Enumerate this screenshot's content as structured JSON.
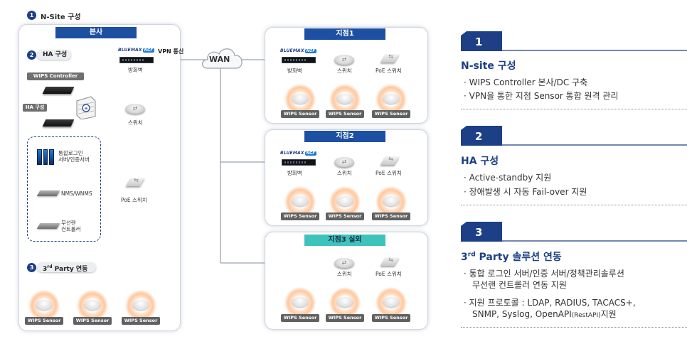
{
  "diagram": {
    "nsite_title": {
      "num": "1",
      "label": "N-Site 구성"
    },
    "ha_title": {
      "num": "2",
      "label": "HA 구성"
    },
    "third_title": {
      "num": "3",
      "label_sup": "rd",
      "label_pre": "3",
      "label_post": " Party 연동"
    },
    "hq_label": "본사",
    "vpn_label": "VPN 통신",
    "wan_label": "WAN",
    "bluemax": "BLUEMAX",
    "bluemax_ex": "NGF",
    "firewall_label": "방화벽",
    "switch_label": "스위치",
    "poe_label": "PoE 스위치",
    "wips_controller": "WIPS Controller",
    "ha_badge": "HA 구성",
    "dashed_items": [
      {
        "label": "통합로그인\n서버/인증서버",
        "icon": "server-icon"
      },
      {
        "label": "NMS/WNMS",
        "icon": "nms-icon"
      },
      {
        "label": "무선랜\n컨트롤러",
        "icon": "controller-icon"
      }
    ],
    "sensor_label": "WIPS Sensor",
    "branches": [
      {
        "title": "지점1",
        "style": "blue",
        "firewall": true
      },
      {
        "title": "지점2",
        "style": "blue",
        "firewall": true
      },
      {
        "title": "지점3 실외",
        "style": "teal",
        "firewall": false
      }
    ]
  },
  "sections": [
    {
      "num": "1",
      "title": "N-site 구성",
      "bullets": [
        "WIPS Controller 본사/DC 구축",
        "VPN을 통한 지점 Sensor 통합 원격 관리"
      ]
    },
    {
      "num": "2",
      "title": "HA 구성",
      "bullets": [
        "Active-standby 지원",
        "장애발생 시 자동 Fail-over 지원"
      ]
    },
    {
      "num": "3",
      "title_pre": "3",
      "title_sup": "rd",
      "title_post": " Party 솔루션 연동",
      "bullets": [
        "통합 로그인 서버/인증 서버/정책관리솔루션",
        "무선랜 컨트롤러 연동 지원",
        "지원 프로토콜 : LDAP, RADIUS, TACACS+,",
        "SNMP, Syslog, OpenAPI",
        "(RestAPI)",
        "지원"
      ]
    }
  ],
  "colors": {
    "navy": "#1d3f86",
    "blue": "#1d4fa3",
    "teal": "#3ec3bb",
    "sensor_glow": "#ffc89e"
  }
}
